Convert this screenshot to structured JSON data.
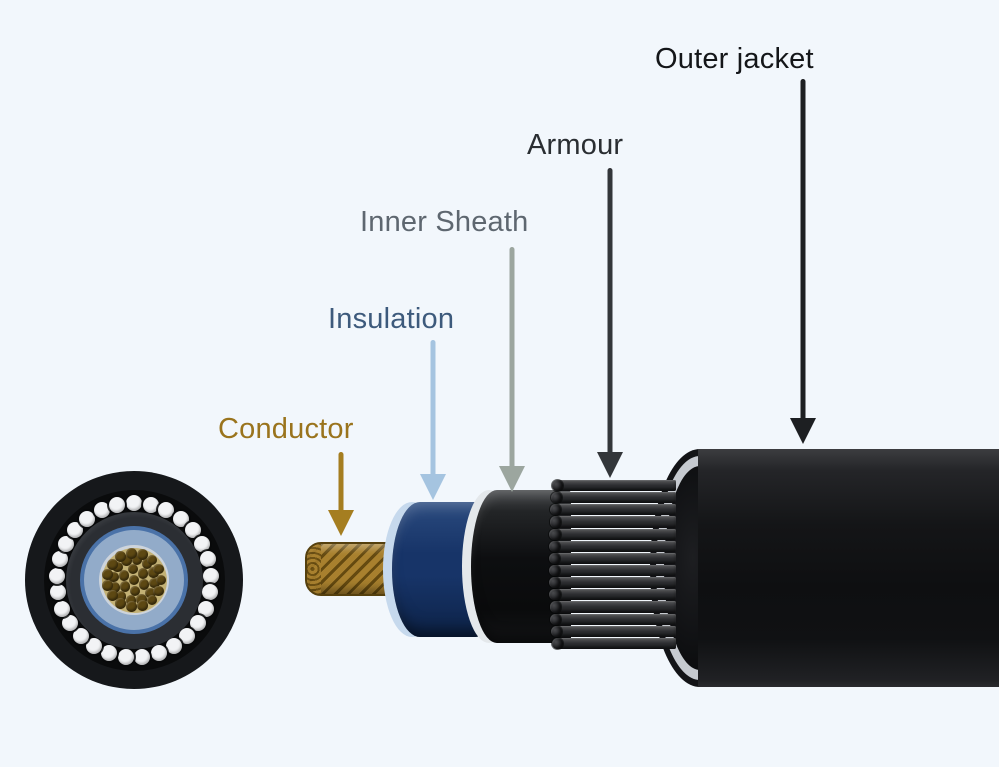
{
  "background": "#f2f7fc",
  "labels": {
    "conductor": {
      "text": "Conductor",
      "text_color": "#9a741d",
      "arrow_color": "#a57e20"
    },
    "insulation": {
      "text": "Insulation",
      "text_color": "#3d5a7c",
      "arrow_color": "#a5c4e0"
    },
    "inner_sheath": {
      "text": "Inner Sheath",
      "text_color": "#5e6770",
      "arrow_color": "#9ca69f"
    },
    "armour": {
      "text": "Armour",
      "text_color": "#2a2e32",
      "arrow_color": "#33363a"
    },
    "outer_jacket": {
      "text": "Outer jacket",
      "text_color": "#141619",
      "arrow_color": "#1d1f22"
    }
  },
  "cross_section": {
    "outer_jacket_color": "#16181b",
    "armour_bed_color": "#0a0b0c",
    "armour_wire_color": "#f2f3f5",
    "armour_wire_count": 29,
    "armour_ring_radius": 77,
    "armour_wire_radius": 8,
    "inner_sheath_color": "#2b2e33",
    "screen_ring_color": "#4a72a8",
    "insulation_color": "#92abc9",
    "inner_ring_color": "#cdd4dc",
    "conductor_bed_color": "#c3b175",
    "strand_color": "#5d4813",
    "strand_radius": 5.4,
    "strand_rings": [
      {
        "r": 0,
        "n": 1,
        "a": 0
      },
      {
        "r": 11,
        "n": 6,
        "a": 25
      },
      {
        "r": 21,
        "n": 12,
        "a": 8
      },
      {
        "r": 27,
        "n": 15,
        "a": 0
      }
    ]
  },
  "cable": {
    "conductor_color": "#a8802e",
    "conductor_stripe_color": "#654a10",
    "insulation_face_color": "#c6d9ed",
    "insulation_body_top": "#2a4a7e",
    "insulation_body_mid": "#173468",
    "insulation_body_bottom": "#0d2348",
    "sheath_face_color": "#e4e8eb",
    "sheath_body_color": "#0d0e10",
    "armour_rod_count": 14,
    "armour_rod_color": "#2f3033",
    "jacket_edge_color": "#131417",
    "jacket_rim_color": "#c6cad0",
    "jacket_core_color": "#0c0d0f"
  }
}
